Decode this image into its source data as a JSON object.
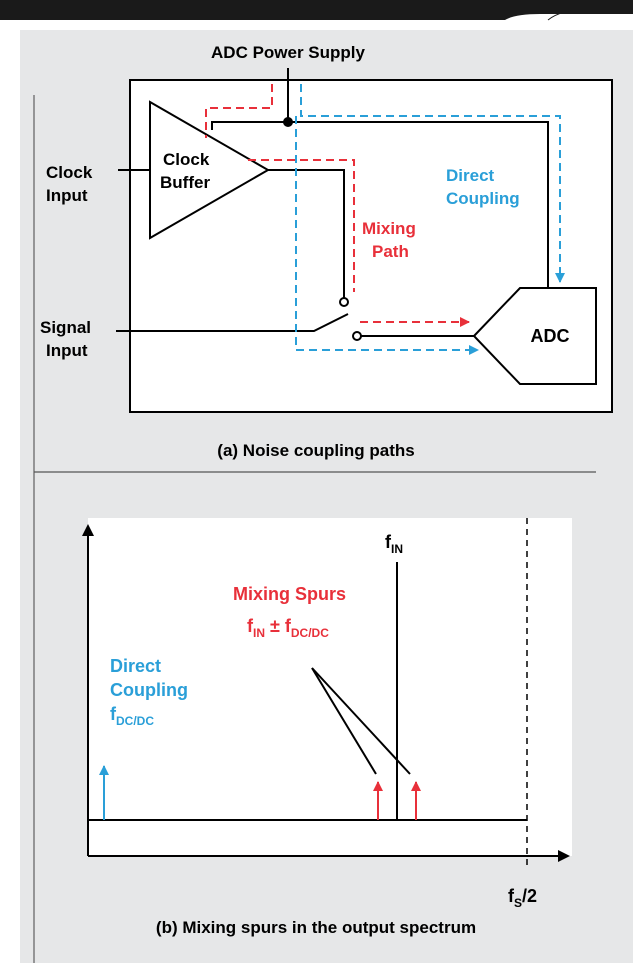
{
  "colors": {
    "page_bg": "#ffffff",
    "panel_bg": "#e6e7e8",
    "header_bar": "#1a1a1a",
    "line": "#000000",
    "mixing": "#e8303a",
    "direct": "#2a9fd8"
  },
  "top_diagram": {
    "power_supply_label": "ADC Power Supply",
    "clock_input_label": [
      "Clock",
      "Input"
    ],
    "clock_buffer_label": [
      "Clock",
      "Buffer"
    ],
    "signal_input_label": [
      "Signal",
      "Input"
    ],
    "mixing_path_label": [
      "Mixing",
      "Path"
    ],
    "direct_coupling_label": [
      "Direct",
      "Coupling"
    ],
    "adc_label": "ADC",
    "caption": "(a) Noise coupling paths"
  },
  "bottom_diagram": {
    "fin_label": {
      "main": "f",
      "sub": "IN"
    },
    "mixing_spurs_label": "Mixing Spurs",
    "mixing_spurs_formula": {
      "f1": "f",
      "sub1": "IN",
      "op": " ± ",
      "f2": "f",
      "sub2": "DC/DC"
    },
    "direct_coupling_label": [
      "Direct",
      "Coupling"
    ],
    "direct_coupling_freq": {
      "main": "f",
      "sub": "DC/DC"
    },
    "fs_label": {
      "main": "f",
      "sub": "S",
      "suffix": "/2"
    },
    "caption": "(b) Mixing spurs in the output spectrum"
  }
}
